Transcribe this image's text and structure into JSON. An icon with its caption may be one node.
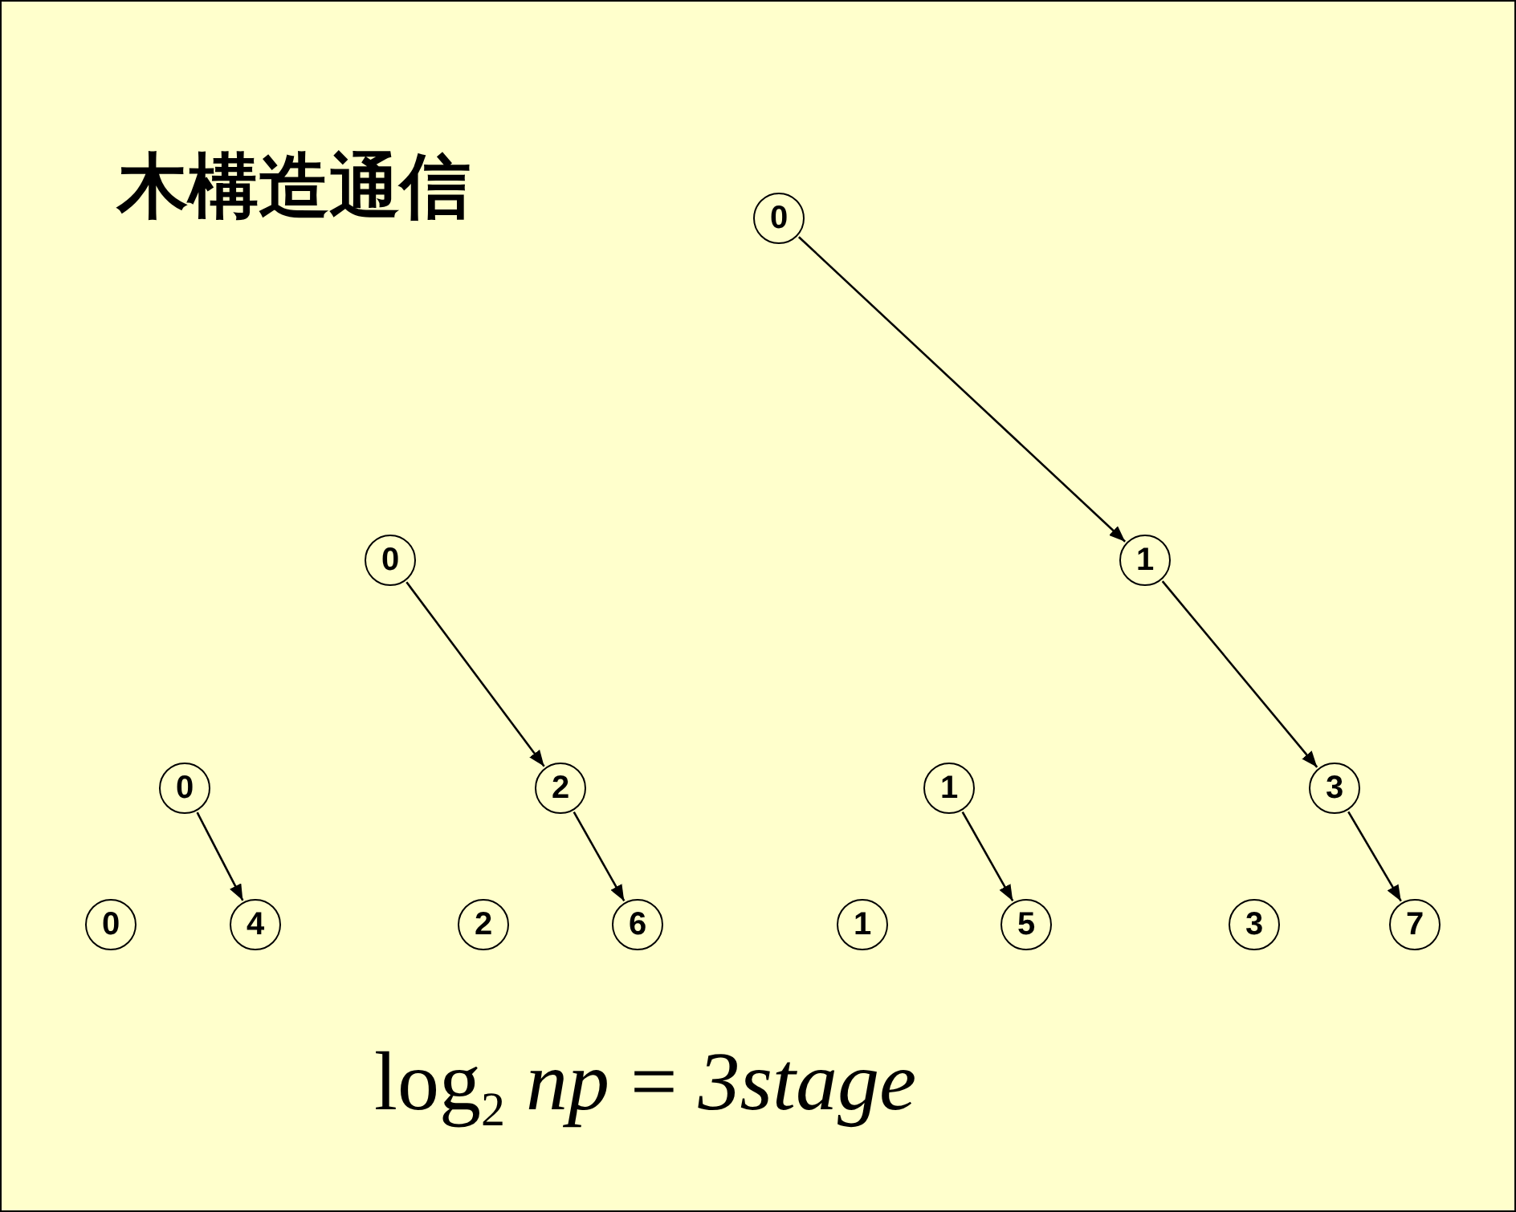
{
  "diagram": {
    "title": "木構造通信",
    "nodes": [
      {
        "text": [
          "0"
        ]
      },
      {
        "text": [
          "0"
        ]
      },
      {
        "text": [
          "1"
        ]
      },
      {
        "text": [
          "0"
        ]
      },
      {
        "text": [
          "2"
        ]
      },
      {
        "text": [
          "1"
        ]
      },
      {
        "text": [
          "3"
        ]
      },
      {
        "text": [
          "0"
        ]
      },
      {
        "text": [
          "4"
        ]
      },
      {
        "text": [
          "2"
        ]
      },
      {
        "text": [
          "6"
        ]
      },
      {
        "text": [
          "1"
        ]
      },
      {
        "text": [
          "5"
        ]
      },
      {
        "text": [
          "3"
        ]
      },
      {
        "text": [
          "7"
        ]
      }
    ],
    "edges": [
      {
        "from": 0,
        "to": 2,
        "arrow": "to"
      },
      {
        "from": 1,
        "to": 4,
        "arrow": "to"
      },
      {
        "from": 2,
        "to": 6,
        "arrow": "to"
      },
      {
        "from": 3,
        "to": 8,
        "arrow": "to"
      },
      {
        "from": 4,
        "to": 10,
        "arrow": "to"
      },
      {
        "from": 5,
        "to": 12,
        "arrow": "to"
      },
      {
        "from": 6,
        "to": 14,
        "arrow": "to"
      }
    ],
    "labels": [
      "log$_{2}$ *np* = *3stage*"
    ]
  }
}
